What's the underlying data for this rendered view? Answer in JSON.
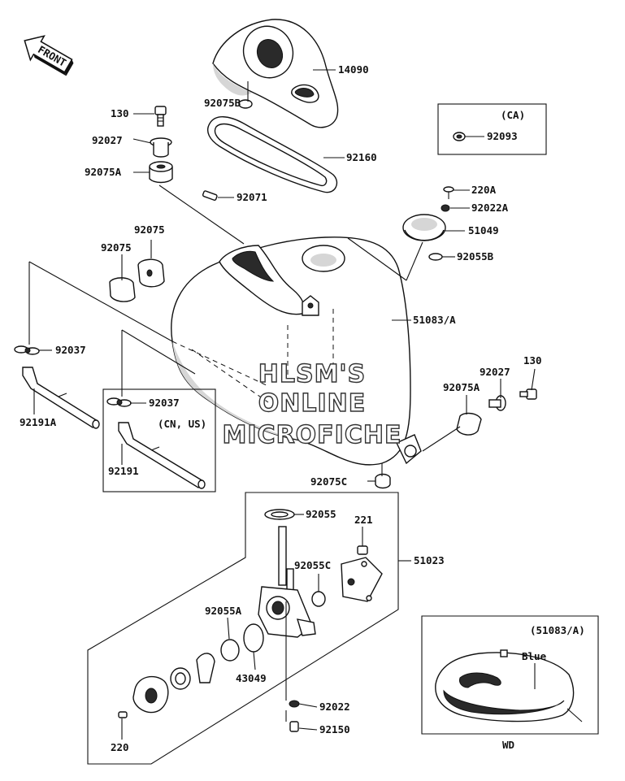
{
  "front_arrow": "FRONT",
  "watermark": [
    "HLSM'S",
    "ONLINE",
    "MICROFICHE"
  ],
  "parts": {
    "p14090": "14090",
    "p92075B": "92075B",
    "p130a": "130",
    "p92027a": "92027",
    "p92075A_a": "92075A",
    "p92160": "92160",
    "p92071": "92071",
    "p92075_1": "92075",
    "p92075_2": "92075",
    "p92037a": "92037",
    "p92191A": "92191A",
    "p92037b": "92037",
    "p92191": "92191",
    "p220A": "220A",
    "p92022A": "92022A",
    "p51049": "51049",
    "p92055B": "92055B",
    "p51083A": "51083/A",
    "p92027b": "92027",
    "p130b": "130",
    "p92075A_b": "92075A",
    "p92075C": "92075C",
    "p92055": "92055",
    "p221": "221",
    "p92055C": "92055C",
    "p51023": "51023",
    "p92055A": "92055A",
    "p43049": "43049",
    "p92022": "92022",
    "p92150": "92150",
    "p220": "220",
    "p92093": "92093"
  },
  "boxes": {
    "ca": "(CA)",
    "cn_us": "(CN, US)",
    "variant": "(51083/A)",
    "variant_color": "Blue",
    "variant_code": "WD"
  }
}
